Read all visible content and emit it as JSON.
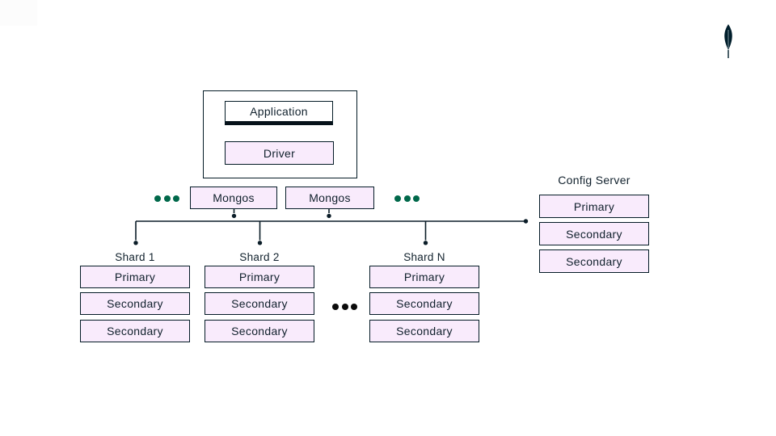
{
  "palette": {
    "ink": "#001E2B",
    "box_fill_pink": "#F9EBFC",
    "box_fill_white": "#FFFFFF",
    "router_dots_green": "#00684A",
    "shard_dots_black": "#0B0B0B"
  },
  "logo": {
    "name": "mongodb-leaf"
  },
  "app_group": {
    "application": "Application",
    "driver": "Driver"
  },
  "routers": {
    "boxes": [
      "Mongos",
      "Mongos"
    ]
  },
  "config_server": {
    "title": "Config Server",
    "nodes": [
      "Primary",
      "Secondary",
      "Secondary"
    ]
  },
  "shards": [
    {
      "label": "Shard 1",
      "nodes": [
        "Primary",
        "Secondary",
        "Secondary"
      ]
    },
    {
      "label": "Shard 2",
      "nodes": [
        "Primary",
        "Secondary",
        "Secondary"
      ]
    },
    {
      "label": "Shard N",
      "nodes": [
        "Primary",
        "Secondary",
        "Secondary"
      ]
    }
  ]
}
